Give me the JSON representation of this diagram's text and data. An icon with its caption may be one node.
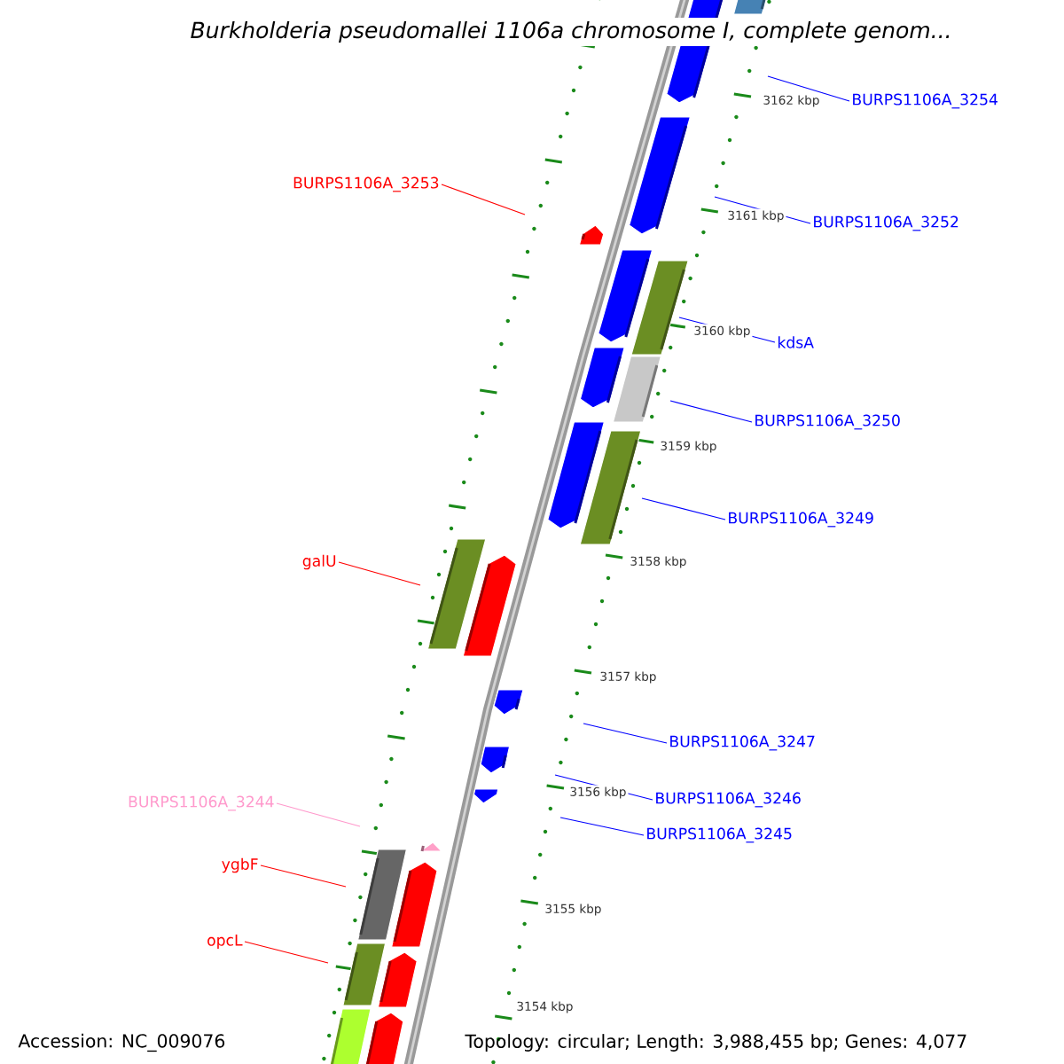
{
  "diagram": {
    "title": "Burkholderia pseudomallei 1106a chromosome I, complete genom...",
    "nodes": [
      {
        "text": [
          "BURPS1106A_3254"
        ]
      },
      {
        "text": [
          "BURPS1106A_3253"
        ]
      },
      {
        "text": [
          "BURPS1106A_3252"
        ]
      },
      {
        "text": [
          "kdsA"
        ]
      },
      {
        "text": [
          "BURPS1106A_3250"
        ]
      },
      {
        "text": [
          "BURPS1106A_3249"
        ]
      },
      {
        "text": [
          "galU"
        ]
      },
      {
        "text": [
          "BURPS1106A_3247"
        ]
      },
      {
        "text": [
          "BURPS1106A_3246"
        ]
      },
      {
        "text": [
          "BURPS1106A_3245"
        ]
      },
      {
        "text": [
          "BURPS1106A_3244"
        ]
      },
      {
        "text": [
          "ygbF"
        ]
      },
      {
        "text": [
          "opcL"
        ]
      }
    ],
    "edges": [
      {
        "from": 0,
        "to": null,
        "arrow": "none"
      },
      {
        "from": 1,
        "to": null,
        "arrow": "none",
        "color": "#ff0000"
      },
      {
        "from": 2,
        "to": null,
        "arrow": "none"
      },
      {
        "from": 3,
        "to": null,
        "arrow": "none"
      },
      {
        "from": 4,
        "to": null,
        "arrow": "none"
      },
      {
        "from": 5,
        "to": null,
        "arrow": "none"
      },
      {
        "from": 6,
        "to": null,
        "arrow": "none",
        "color": "#ff0000"
      },
      {
        "from": 7,
        "to": null,
        "arrow": "none"
      },
      {
        "from": 8,
        "to": null,
        "arrow": "none"
      },
      {
        "from": 9,
        "to": null,
        "arrow": "none"
      },
      {
        "from": 10,
        "to": null,
        "arrow": "none",
        "color": "#ff99cc"
      },
      {
        "from": 11,
        "to": null,
        "arrow": "none",
        "color": "#ff0000"
      },
      {
        "from": 12,
        "to": null,
        "arrow": "none",
        "color": "#ff0000"
      }
    ],
    "labels": [
      "3162 kbp",
      "3161 kbp",
      "3160 kbp",
      "3159 kbp",
      "3158 kbp",
      "3157 kbp",
      "3156 kbp",
      "3155 kbp",
      "3154 kbp",
      "Accession: NC_009076",
      "Topology: circular; Length: 3,988,455 bp; Genes: 4,077"
    ]
  }
}
